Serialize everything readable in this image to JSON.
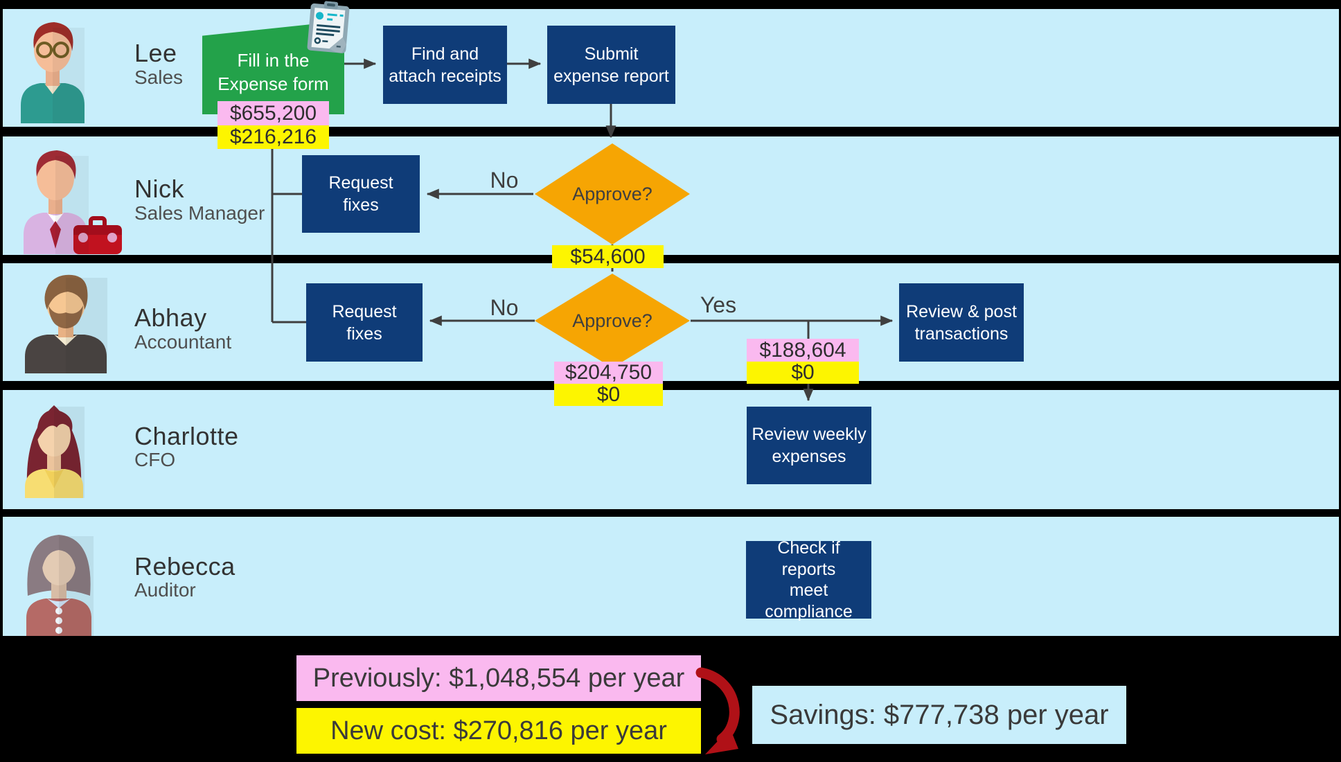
{
  "palette": {
    "lane_blue": "#c8eefb",
    "node_navy": "#0f3c78",
    "task_green": "#23a24a",
    "decision_orange": "#f6a503",
    "highlight_pink": "#fab9ef",
    "highlight_yellow": "#fdf500",
    "arrow_red": "#b01117",
    "connector_gray": "#3f3f3f",
    "divider_black": "#000000"
  },
  "lanes": [
    {
      "name": "Lee",
      "role": "Sales"
    },
    {
      "name": "Nick",
      "role": "Sales Manager"
    },
    {
      "name": "Abhay",
      "role": "Accountant"
    },
    {
      "name": "Charlotte",
      "role": "CFO"
    },
    {
      "name": "Rebecca",
      "role": "Auditor"
    }
  ],
  "nodes": {
    "fill_form": "Fill in the\nExpense form",
    "find_receipts": "Find and\nattach receipts",
    "submit_report": "Submit\nexpense report",
    "request_fixes_manager": "Request\nfixes",
    "approve_manager": "Approve?",
    "request_fixes_accountant": "Request\nfixes",
    "approve_accountant": "Approve?",
    "review_post": "Review & post\ntransactions",
    "review_weekly": "Review weekly\nexpenses",
    "check_compliance": "Check if\nreports\nmeet\ncompliance"
  },
  "edge_labels": {
    "manager_no": "No",
    "accountant_no": "No",
    "accountant_yes": "Yes"
  },
  "cost_labels": {
    "fill_form_old": "$655,200",
    "fill_form_new": "$216,216",
    "manager_approve_new": "$54,600",
    "accountant_approve_old": "$204,750",
    "accountant_approve_new": "$0",
    "cfo_review_old": "$188,604",
    "cfo_review_new": "$0"
  },
  "summary": {
    "previous": "Previously: $1,048,554 per year",
    "new_cost": "New cost: $270,816 per year",
    "savings": "Savings: $777,738 per year"
  },
  "icons": {
    "receipt": "expense-form-receipt-icon",
    "red_arrow": "cost-reduction-arrow-icon"
  }
}
